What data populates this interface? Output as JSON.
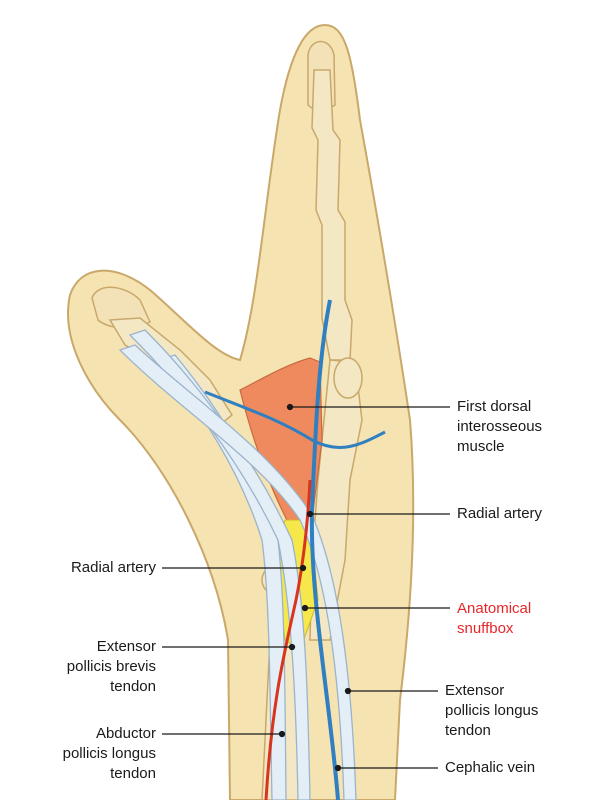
{
  "labels": {
    "first_dorsal_1": "First dorsal",
    "first_dorsal_2": "interosseous",
    "first_dorsal_3": "muscle",
    "radial_artery_right": "Radial artery",
    "radial_artery_left": "Radial artery",
    "snuffbox_1": "Anatomical",
    "snuffbox_2": "snuffbox",
    "epb_1": "Extensor",
    "epb_2": "pollicis brevis",
    "epb_3": "tendon",
    "epl_1": "Extensor",
    "epl_2": "pollicis longus",
    "epl_3": "tendon",
    "apl_1": "Abductor",
    "apl_2": "pollicis longus",
    "apl_3": "tendon",
    "cephalic_vein": "Cephalic vein"
  },
  "colors": {
    "skin": "#f6e3b2",
    "skin_outline": "#c9a86a",
    "bone": "#f3e7c4",
    "muscle": "#ee8a5e",
    "tendon": "#e4eef7",
    "vein": "#2f7fc1",
    "artery": "#d8341e",
    "fat": "#f6e84a",
    "highlight_label": "#e8262a"
  }
}
